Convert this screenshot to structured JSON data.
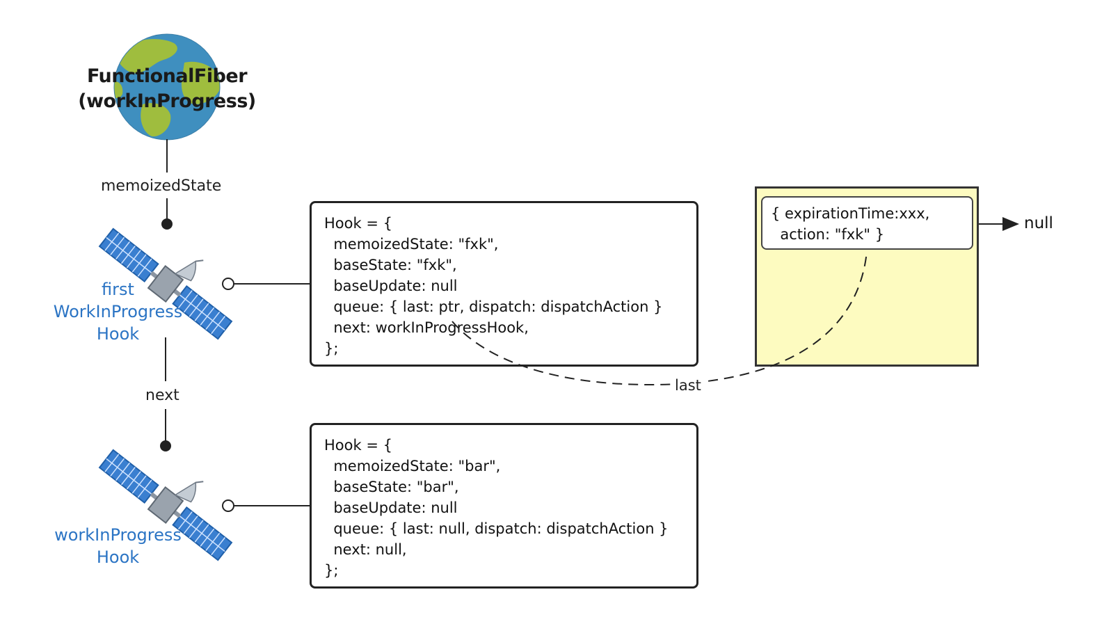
{
  "fiber": {
    "line1": "FunctionalFiber",
    "line2": "(workInProgress)",
    "icon": "globe-icon"
  },
  "edges": {
    "memoized_state": "memoizedState",
    "next": "next",
    "last": "last"
  },
  "hooks": [
    {
      "label_lines": [
        "first",
        "WorkInProgress",
        "Hook"
      ],
      "icon": "satellite-icon",
      "code": [
        "Hook = {",
        "  memoizedState: \"fxk\",",
        "  baseState: \"fxk\",",
        "  baseUpdate: null",
        "  queue: { last: ptr, dispatch: dispatchAction }",
        "  next: workInProgressHook,",
        "};"
      ]
    },
    {
      "label_lines": [
        "workInProgress",
        "Hook"
      ],
      "icon": "satellite-icon",
      "code": [
        "Hook = {",
        "  memoizedState: \"bar\",",
        "  baseState: \"bar\",",
        "  baseUpdate: null",
        "  queue: { last: null, dispatch: dispatchAction }",
        "  next: null,",
        "};"
      ]
    }
  ],
  "update": {
    "lines": [
      "{ expirationTime:xxx,",
      "  action: \"fxk\" }"
    ],
    "next_label": "null"
  },
  "colors": {
    "hook_label": "#2b74c4",
    "note_fill": "#fdfbc0",
    "ocean": "#3f8fbf",
    "land": "#9fbd3e"
  }
}
